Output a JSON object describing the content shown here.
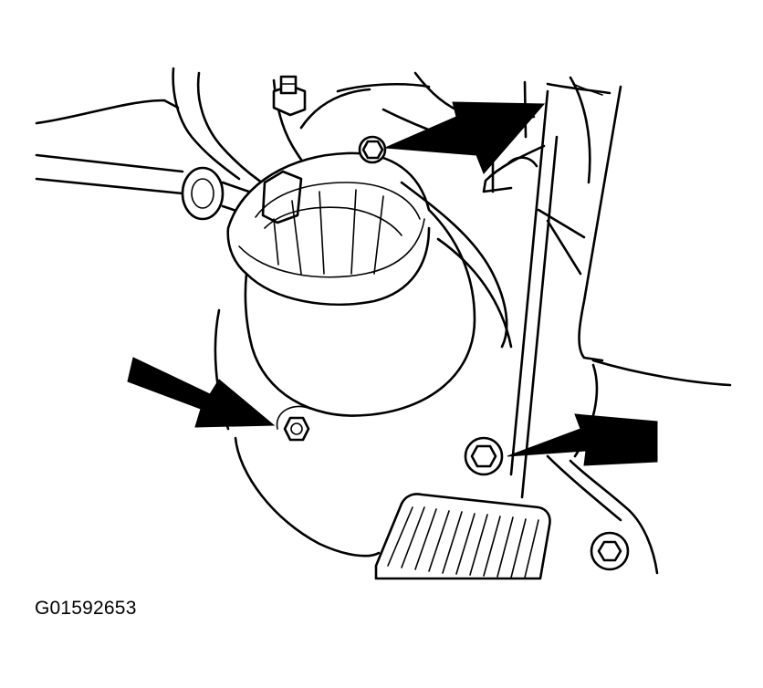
{
  "figure": {
    "id_label": "G01592653",
    "callouts": [
      "fastener-upper",
      "fastener-lower-left",
      "fastener-lower-right"
    ]
  },
  "colors": {
    "ink": "#000000",
    "paper": "#ffffff"
  }
}
